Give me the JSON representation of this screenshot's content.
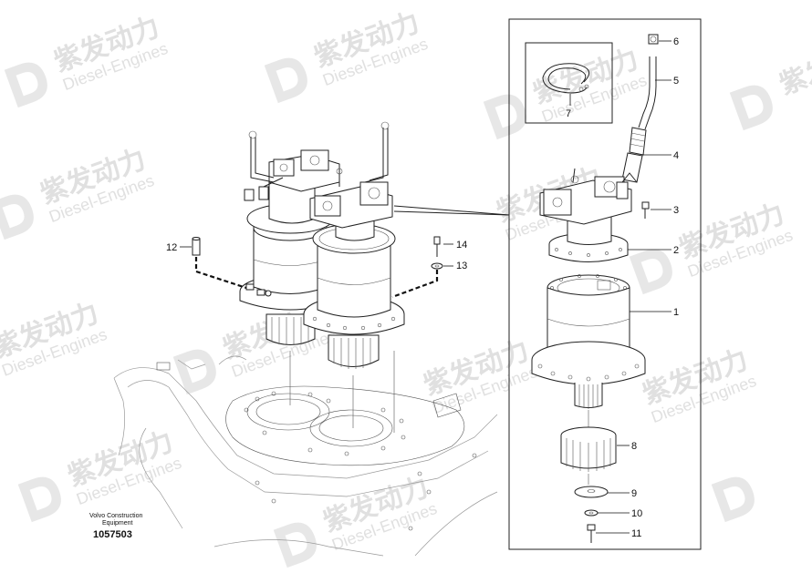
{
  "watermark": {
    "chinese": "紫发动力",
    "latin": "Diesel-Engines"
  },
  "footer": {
    "company_line1": "Volvo Construction",
    "company_line2": "Equipment",
    "figure_number": "1057503"
  },
  "callouts": {
    "c1": "1",
    "c2": "2",
    "c3": "3",
    "c4": "4",
    "c5": "5",
    "c6": "6",
    "c7": "7",
    "c8": "8",
    "c9": "9",
    "c10": "10",
    "c11": "11",
    "c12": "12",
    "c13": "13",
    "c14": "14"
  }
}
